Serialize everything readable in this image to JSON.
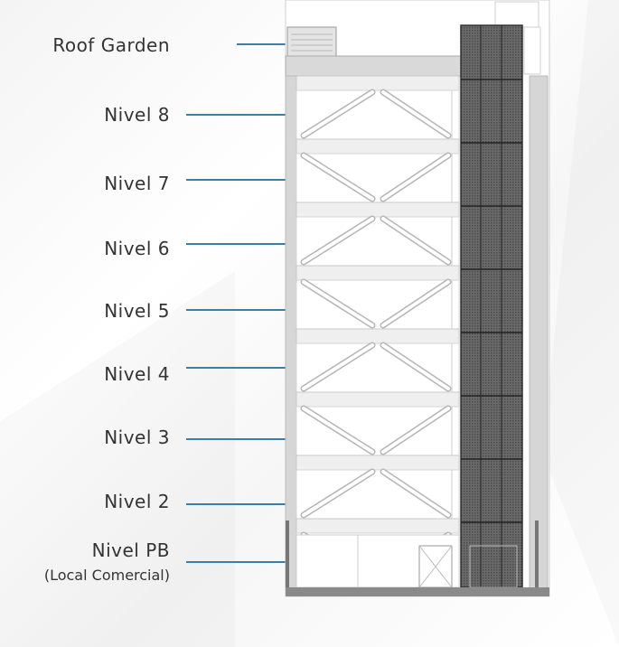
{
  "levels": [
    {
      "id": "roof",
      "label": "Roof Garden",
      "sub": ""
    },
    {
      "id": "n8",
      "label": "Nivel 8",
      "sub": ""
    },
    {
      "id": "n7",
      "label": "Nivel 7",
      "sub": ""
    },
    {
      "id": "n6",
      "label": "Nivel 6",
      "sub": ""
    },
    {
      "id": "n5",
      "label": "Nivel 5",
      "sub": ""
    },
    {
      "id": "n4",
      "label": "Nivel 4",
      "sub": ""
    },
    {
      "id": "n3",
      "label": "Nivel 3",
      "sub": ""
    },
    {
      "id": "n2",
      "label": "Nivel 2",
      "sub": ""
    },
    {
      "id": "pb",
      "label": "Nivel PB",
      "sub": "(Local Comercial)"
    }
  ],
  "colors": {
    "leader": "#3d7ea6",
    "text": "#333333",
    "facade": "#555555",
    "wall": "#d6d6d6"
  }
}
